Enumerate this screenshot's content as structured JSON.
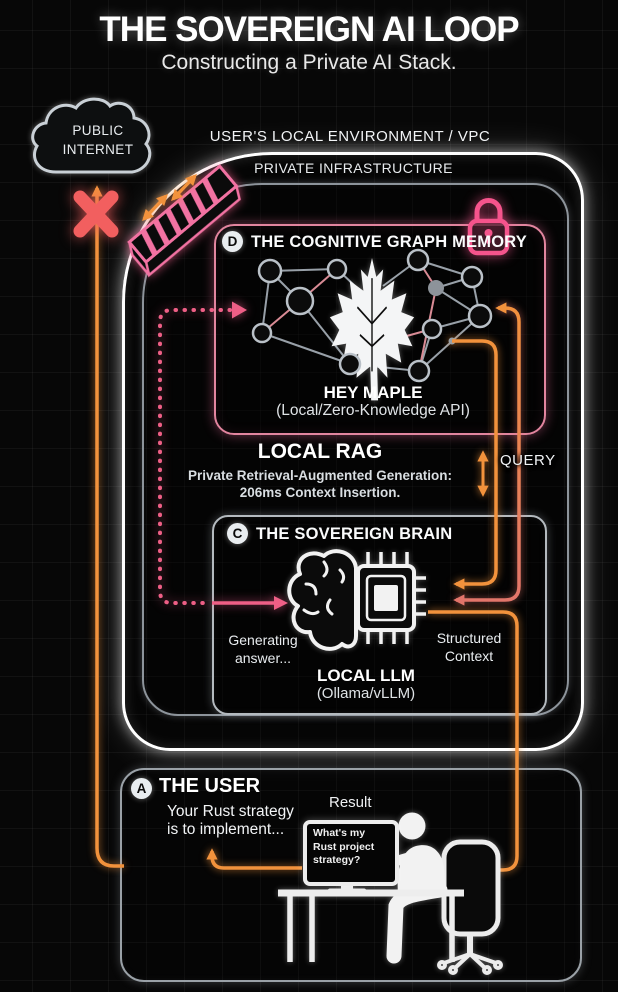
{
  "title": "THE SOVEREIGN AI LOOP",
  "subtitle": "Constructing a Private AI Stack.",
  "cloud": {
    "label": "PUBLIC INTERNET"
  },
  "environment": {
    "outer_label": "USER'S LOCAL ENVIRONMENT / VPC",
    "inner_label": "PRIVATE INFRASTRUCTURE"
  },
  "memory": {
    "badge": "D",
    "title": "THE COGNITIVE GRAPH MEMORY",
    "product": "HEY MAPLE",
    "product_sub": "(Local/Zero-Knowledge API)"
  },
  "rag": {
    "title": "LOCAL RAG",
    "desc_line1": "Private Retrieval-Augmented Generation:",
    "desc_line2": "206ms Context Insertion.",
    "query_label": "QUERY"
  },
  "brain": {
    "badge": "C",
    "title": "THE SOVEREIGN BRAIN",
    "left_caption": "Generating answer...",
    "right_caption": "Structured Context",
    "product": "LOCAL LLM",
    "product_sub": "(Ollama/vLLM)"
  },
  "user": {
    "badge": "A",
    "title": "THE USER",
    "answer_lines": [
      "Your Rust strategy",
      "is to implement..."
    ],
    "result_label": "Result",
    "screen_lines": [
      "What's my",
      "Rust project",
      "strategy?"
    ]
  },
  "colors": {
    "orange": "#f2923c",
    "salmon": "#e2756b",
    "pink": "#ee5f86",
    "pink_border": "#e2859f",
    "red_x": "#f25f5f",
    "white_border": "#ffffff",
    "gray_border": "#9aa1a7"
  }
}
